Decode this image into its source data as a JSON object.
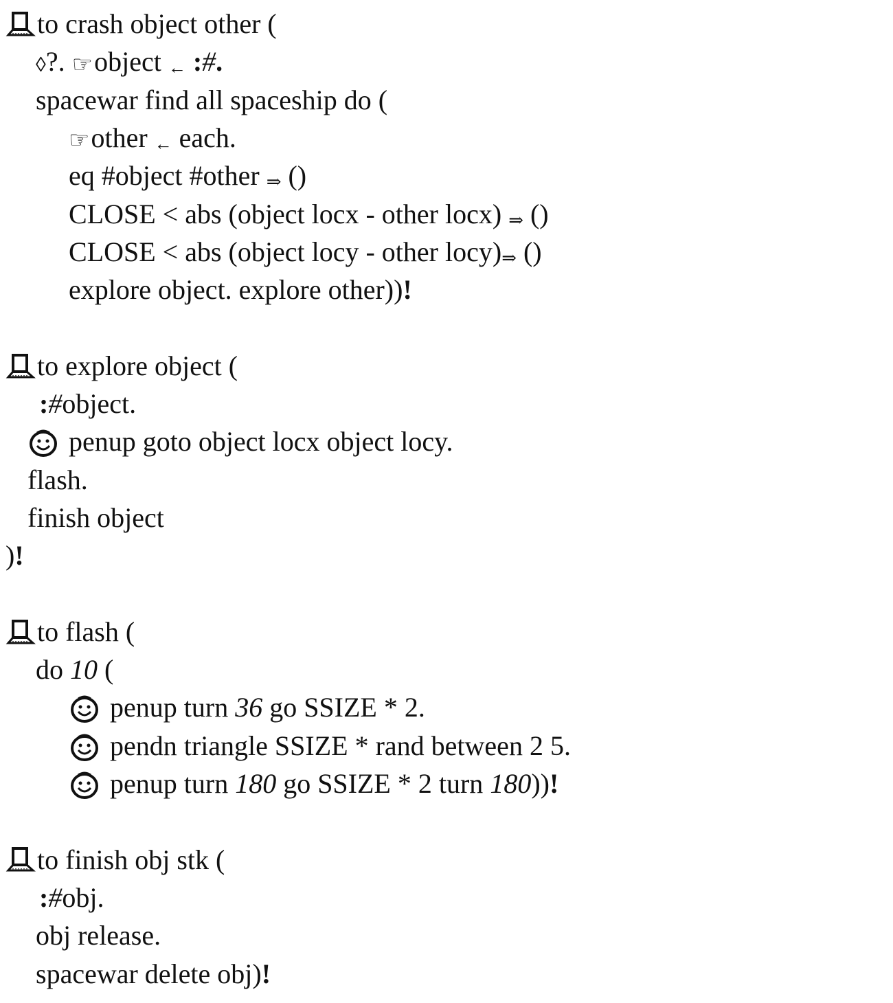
{
  "lines": [
    {
      "indent": 0,
      "segs": [
        {
          "icon": "define"
        },
        {
          "t": "to crash object other ("
        }
      ]
    },
    {
      "indent": 1,
      "segs": [
        {
          "icon": "eye"
        },
        {
          "t": "?. "
        },
        {
          "icon": "hand"
        },
        {
          "t": "object "
        },
        {
          "t": "←",
          "c": "sm"
        },
        {
          "t": " :",
          "c": "b"
        },
        {
          "t": "#",
          "c": "i"
        },
        {
          "t": ".",
          "c": "b"
        }
      ]
    },
    {
      "indent": 1,
      "segs": [
        {
          "t": "spacewar find all spaceship do ("
        }
      ]
    },
    {
      "indent": 2,
      "segs": [
        {
          "icon": "hand"
        },
        {
          "t": "other "
        },
        {
          "t": "←",
          "c": "sm"
        },
        {
          "t": " each."
        }
      ]
    },
    {
      "indent": 2,
      "segs": [
        {
          "t": "eq #object #other "
        },
        {
          "t": "⇒",
          "c": "sm"
        },
        {
          "t": " ()"
        }
      ]
    },
    {
      "indent": 2,
      "segs": [
        {
          "t": "CLOSE < abs (object locx - other locx) "
        },
        {
          "t": "⇒",
          "c": "sm"
        },
        {
          "t": " ()"
        }
      ]
    },
    {
      "indent": 2,
      "segs": [
        {
          "t": "CLOSE < abs (object locy - other locy)"
        },
        {
          "t": "⇒",
          "c": "sm"
        },
        {
          "t": " ()"
        }
      ]
    },
    {
      "indent": 2,
      "segs": [
        {
          "t": "explore object. explore other))"
        },
        {
          "t": "!",
          "c": "b"
        }
      ]
    },
    {
      "blank": true
    },
    {
      "indent": 0,
      "segs": [
        {
          "icon": "define"
        },
        {
          "t": "to explore object ("
        }
      ]
    },
    {
      "indent": 1.1,
      "segs": [
        {
          "t": ":",
          "c": "b"
        },
        {
          "t": "#",
          "c": "i"
        },
        {
          "t": "object."
        }
      ]
    },
    {
      "indent": 0.8,
      "segs": [
        {
          "icon": "turtle"
        },
        {
          "t": "penup goto object locx object locy."
        }
      ]
    },
    {
      "indent": 0.8,
      "segs": [
        {
          "t": "flash."
        }
      ]
    },
    {
      "indent": 0.8,
      "segs": [
        {
          "t": "finish object"
        }
      ]
    },
    {
      "indent": 0,
      "segs": [
        {
          "t": ")"
        },
        {
          "t": "!",
          "c": "b"
        }
      ]
    },
    {
      "blank": true
    },
    {
      "indent": 0,
      "segs": [
        {
          "icon": "define"
        },
        {
          "t": "to flash ("
        }
      ]
    },
    {
      "indent": 1,
      "segs": [
        {
          "t": "do "
        },
        {
          "t": "10",
          "c": "i"
        },
        {
          "t": " ("
        }
      ]
    },
    {
      "indent": 2,
      "segs": [
        {
          "icon": "turtle"
        },
        {
          "t": "penup turn "
        },
        {
          "t": "36",
          "c": "i"
        },
        {
          "t": " go SSIZE * 2."
        }
      ]
    },
    {
      "indent": 2,
      "segs": [
        {
          "icon": "turtle"
        },
        {
          "t": "pendn triangle SSIZE * rand between 2 5."
        }
      ]
    },
    {
      "indent": 2,
      "segs": [
        {
          "icon": "turtle"
        },
        {
          "t": "penup turn "
        },
        {
          "t": "180",
          "c": "i"
        },
        {
          "t": " go SSIZE * 2 turn "
        },
        {
          "t": "180",
          "c": "i"
        },
        {
          "t": "))"
        },
        {
          "t": "!",
          "c": "b"
        }
      ]
    },
    {
      "blank": true
    },
    {
      "indent": 0,
      "segs": [
        {
          "icon": "define"
        },
        {
          "t": "to finish obj stk ("
        }
      ]
    },
    {
      "indent": 1.1,
      "segs": [
        {
          "t": ":",
          "c": "b"
        },
        {
          "t": "#",
          "c": "i"
        },
        {
          "t": "obj."
        }
      ]
    },
    {
      "indent": 1,
      "segs": [
        {
          "t": "obj release."
        }
      ]
    },
    {
      "indent": 1,
      "segs": [
        {
          "t": "spacewar delete obj)"
        },
        {
          "t": "!",
          "c": "b"
        }
      ]
    }
  ]
}
